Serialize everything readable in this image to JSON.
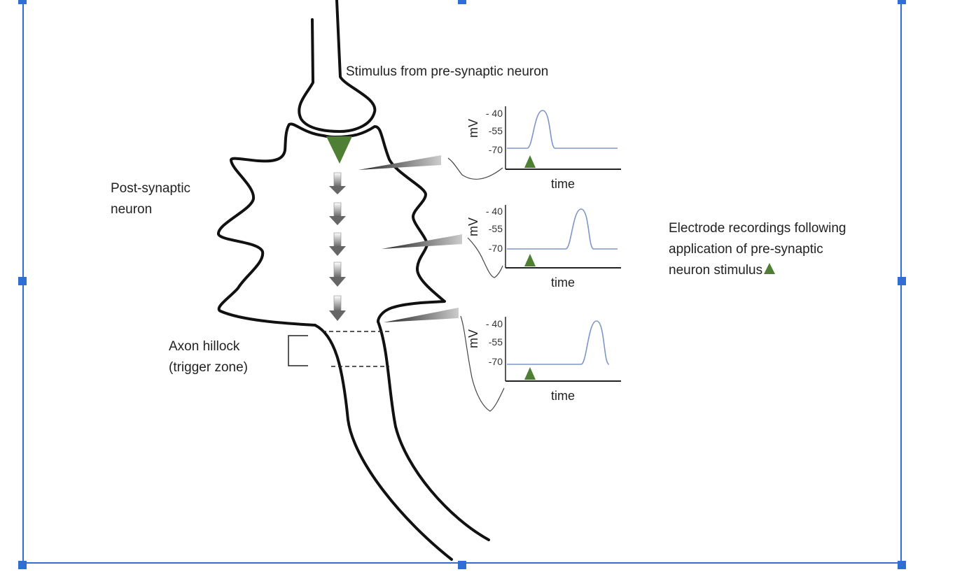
{
  "diagram": {
    "labels": {
      "stimulus": "Stimulus from pre-synaptic neuron",
      "post_synaptic_line1": "Post-synaptic",
      "post_synaptic_line2": "neuron",
      "axon_line1": "Axon hillock",
      "axon_line2": "(trigger zone)",
      "electrode_line1": "Electrode recordings following",
      "electrode_line2": "application of pre-synaptic",
      "electrode_line3": "neuron stimulus"
    },
    "colors": {
      "neuron_outline": "#111111",
      "trace": "#7f95c8",
      "stimulus_marker": "#4f7f35",
      "selection": "#2f6fd3"
    },
    "graphs": [
      {
        "y_unit": "mV",
        "x_label": "time",
        "ticks": [
          "- 40",
          "-55",
          "-70"
        ]
      },
      {
        "y_unit": "mV",
        "x_label": "time",
        "ticks": [
          "- 40",
          "-55",
          "-70"
        ]
      },
      {
        "y_unit": "mV",
        "x_label": "time",
        "ticks": [
          "- 40",
          "-55",
          "-70"
        ]
      }
    ]
  }
}
